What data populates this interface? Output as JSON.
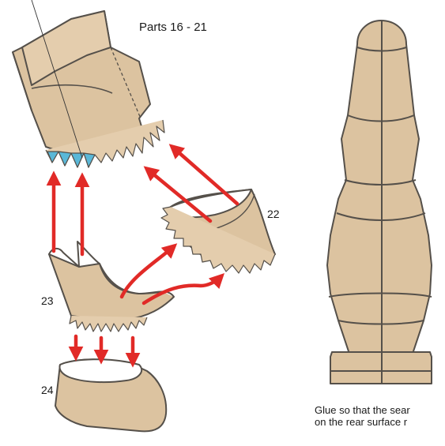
{
  "title": "Parts 16 - 21",
  "labels": {
    "part22": "22",
    "part23": "23",
    "part24": "24"
  },
  "note": {
    "line1": "Glue so that the sear",
    "line2": "on the rear surface r"
  },
  "colors": {
    "paper": "#dcc3a0",
    "outline": "#55504a",
    "arrow": "#e12a27",
    "glue_tab_highlight": "#5ab8d8",
    "background": "#ffffff"
  }
}
